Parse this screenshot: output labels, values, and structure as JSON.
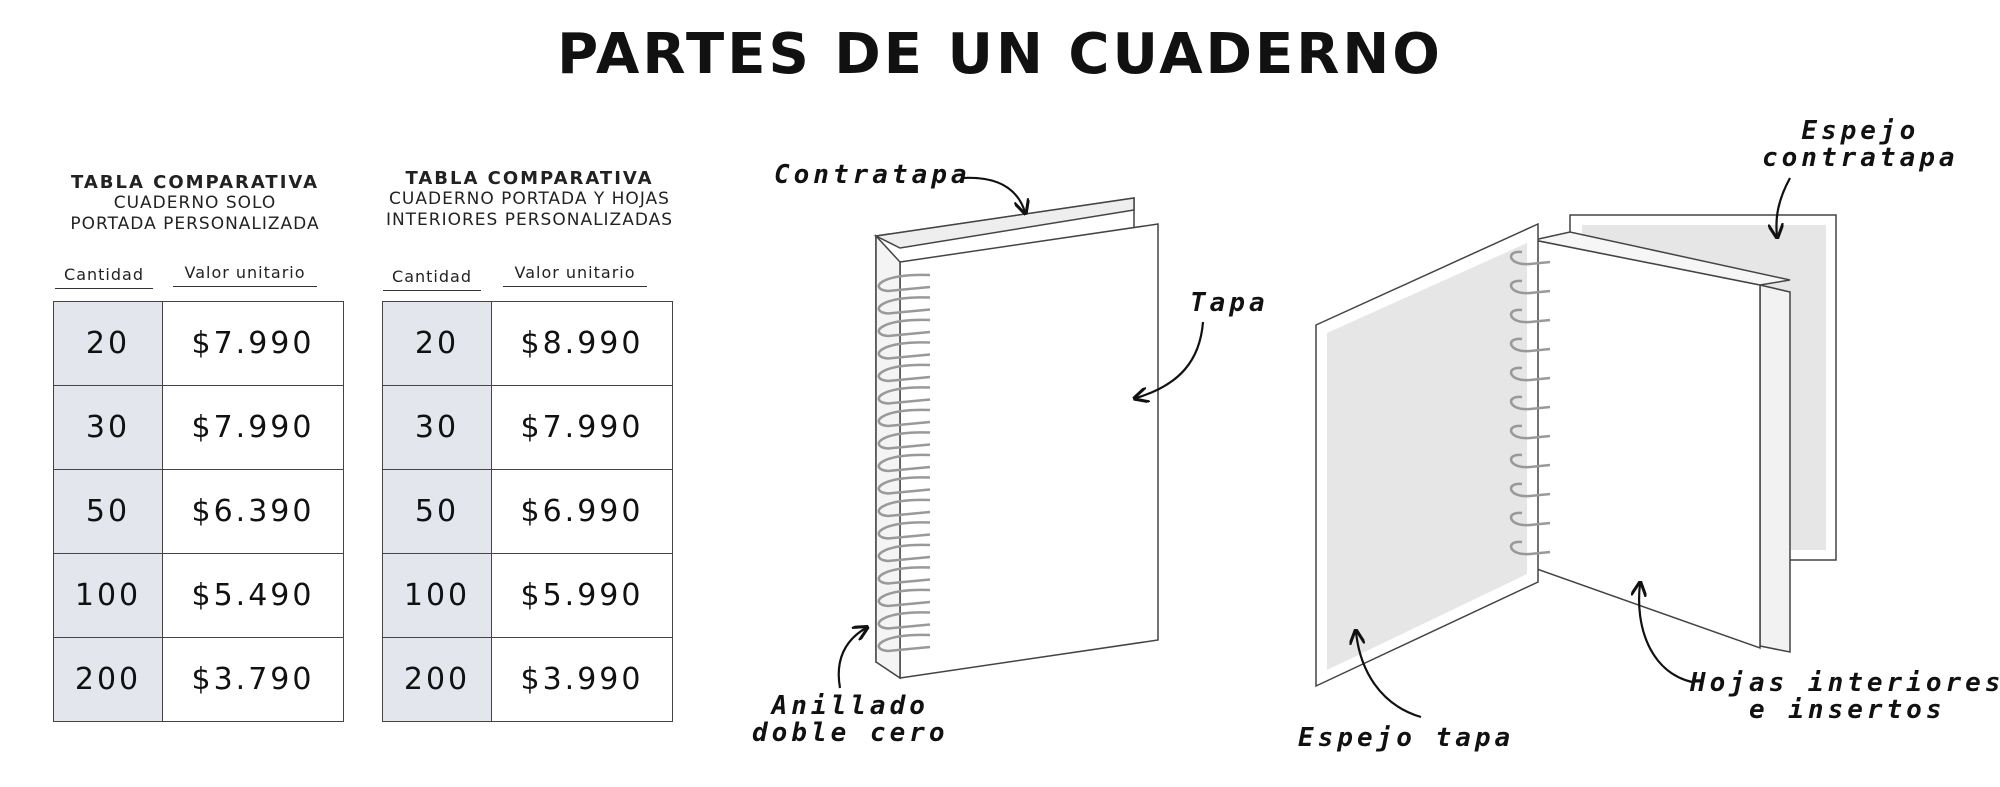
{
  "title": "PARTES DE UN CUADERNO",
  "tables": [
    {
      "heading": "TABLA COMPARATIVA",
      "sub1": "CUADERNO SOLO",
      "sub2": "PORTADA PERSONALIZADA",
      "col_qty": "Cantidad",
      "col_val": "Valor unitario",
      "rows": [
        {
          "qty": "20",
          "val": "$7.990"
        },
        {
          "qty": "30",
          "val": "$7.990"
        },
        {
          "qty": "50",
          "val": "$6.390"
        },
        {
          "qty": "100",
          "val": "$5.490"
        },
        {
          "qty": "200",
          "val": "$3.790"
        }
      ]
    },
    {
      "heading": "TABLA COMPARATIVA",
      "sub1": "CUADERNO PORTADA Y HOJAS",
      "sub2": "INTERIORES PERSONALIZADAS",
      "col_qty": "Cantidad",
      "col_val": "Valor unitario",
      "rows": [
        {
          "qty": "20",
          "val": "$8.990"
        },
        {
          "qty": "30",
          "val": "$7.990"
        },
        {
          "qty": "50",
          "val": "$6.990"
        },
        {
          "qty": "100",
          "val": "$5.990"
        },
        {
          "qty": "200",
          "val": "$3.990"
        }
      ]
    }
  ],
  "labels": {
    "contratapa": "Contratapa",
    "tapa": "Tapa",
    "anillado_1": "Anillado",
    "anillado_2": "doble cero",
    "espejo_contratapa_1": "Espejo",
    "espejo_contratapa_2": "contratapa",
    "espejo_tapa": "Espejo tapa",
    "hojas_1": "Hojas interiores",
    "hojas_2": "e insertos"
  },
  "colors": {
    "qty_cell": "#e3e6ec",
    "page_gray": "#e6e6e6",
    "line": "#333333"
  }
}
